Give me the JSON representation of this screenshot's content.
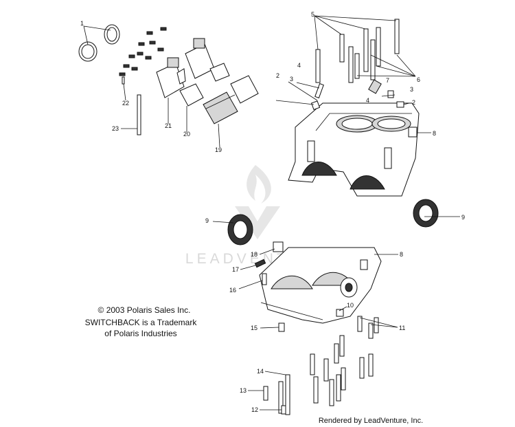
{
  "captions": {
    "copyright": "© 2003 Polaris Sales Inc.",
    "trademark_line1": "SWITCHBACK is a Trademark",
    "trademark_line2": "of Polaris Industries",
    "rendered_by": "Rendered by LeadVenture, Inc."
  },
  "watermark": {
    "text": "LEADVENTURE"
  },
  "callouts": {
    "c1": "1",
    "c2a": "2",
    "c2b": "2",
    "c3a": "3",
    "c3b": "3",
    "c4a": "4",
    "c4b": "4",
    "c5": "5",
    "c6": "6",
    "c7": "7",
    "c8a": "8",
    "c8b": "8",
    "c9a": "9",
    "c9b": "9",
    "c10": "10",
    "c11": "11",
    "c12": "12",
    "c13": "13",
    "c14": "14",
    "c15": "15",
    "c16": "16",
    "c17": "17",
    "c18": "18",
    "c19": "19",
    "c20": "20",
    "c21": "21",
    "c22": "22",
    "c23": "23"
  }
}
